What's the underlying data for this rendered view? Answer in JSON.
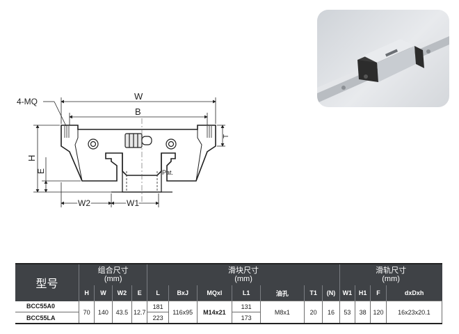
{
  "drawing": {
    "label_4mq": "4-MQ",
    "label_w": "W",
    "label_b": "B",
    "label_h": "H",
    "label_e": "E",
    "label_t": "T",
    "label_w2": "W2",
    "label_w1": "W1",
    "label_pat": "Pat."
  },
  "table": {
    "model_header": "型号",
    "groups": {
      "assembly": {
        "title": "组合尺寸",
        "unit": "(mm)"
      },
      "block": {
        "title": "滑块尺寸",
        "unit": "(mm)"
      },
      "rail": {
        "title": "滑轨尺寸",
        "unit": "(mm)"
      }
    },
    "columns": {
      "H": "H",
      "W": "W",
      "W2": "W2",
      "E": "E",
      "L": "L",
      "BxJ": "BxJ",
      "MQxl": "MQxl",
      "L1": "L1",
      "oil": "油孔",
      "T1": "T1",
      "N": "(N)",
      "W1": "W1",
      "H1": "H1",
      "F": "F",
      "dxDxh": "dxDxh"
    },
    "models": [
      "BCC55A0",
      "BCC55LA"
    ],
    "shared": {
      "H": "70",
      "W": "140",
      "W2": "43.5",
      "E": "12.7",
      "BxJ": "116x95",
      "MQxl": "M14x21",
      "oil": "M8x1",
      "T1": "20",
      "N": "16",
      "W1": "53",
      "H1": "38",
      "F": "120",
      "dxDxh": "16x23x20.1"
    },
    "rows": [
      {
        "L": "181",
        "L1": "131"
      },
      {
        "L": "223",
        "L1": "173"
      }
    ]
  },
  "colors": {
    "header_bg": "#3f4246",
    "header_text": "#ffffff",
    "line": "#222222",
    "part_outline": "#1f1f1f"
  }
}
